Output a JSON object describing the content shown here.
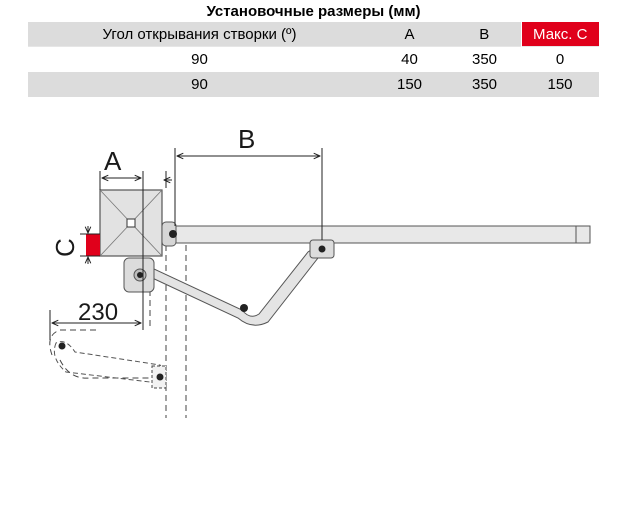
{
  "table": {
    "title": "Установочные размеры (мм)",
    "headers": {
      "angle": "Угол открывания створки (º)",
      "a": "A",
      "b": "B",
      "max_c": "Макс. C"
    },
    "rows": [
      {
        "angle": "90",
        "a": "40",
        "b": "350",
        "c": "0"
      },
      {
        "angle": "90",
        "a": "150",
        "b": "350",
        "c": "150"
      }
    ],
    "accent_color": "#e0001b"
  },
  "diagram": {
    "label_a": "A",
    "label_b": "B",
    "label_c": "C",
    "label_230": "230"
  }
}
